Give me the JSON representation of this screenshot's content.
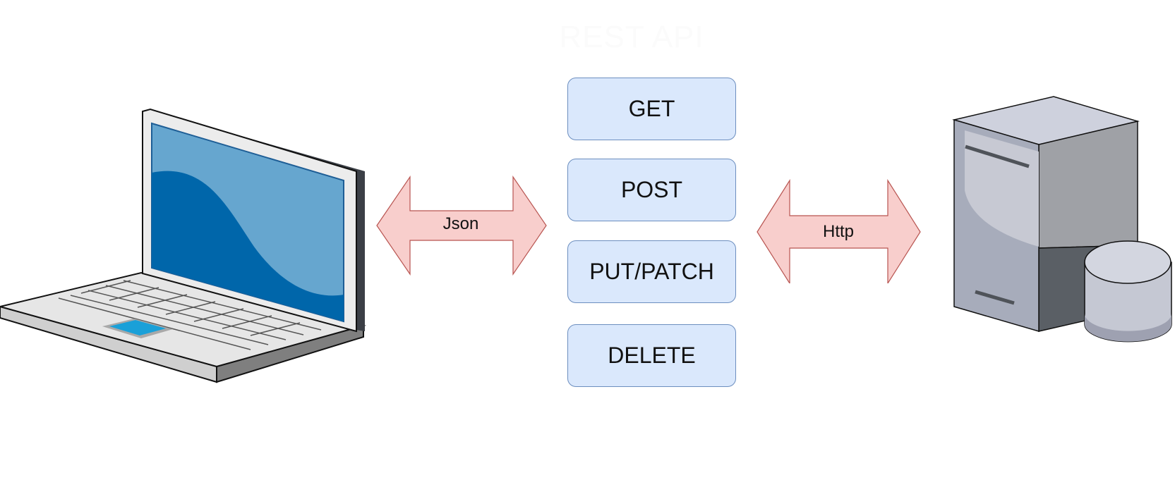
{
  "diagram": {
    "title": "REST API",
    "methods": [
      "GET",
      "POST",
      "PUT/PATCH",
      "DELETE"
    ],
    "left_connector_label": "Json",
    "right_connector_label": "Http",
    "client_icon": "laptop-icon",
    "server_icon": "server-database-icon",
    "colors": {
      "method_fill": "#dae8fc",
      "method_border": "#6c8ebf",
      "arrow_fill": "#f8cecc",
      "arrow_border": "#b85450"
    }
  }
}
